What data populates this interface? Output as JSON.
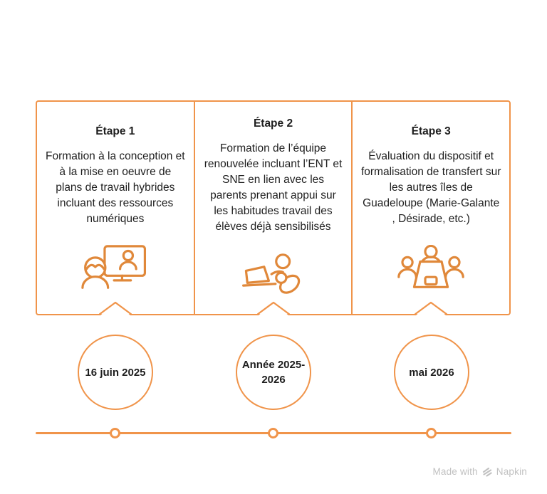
{
  "diagram": {
    "type": "three-step-timeline"
  },
  "steps": [
    {
      "title": "Étape 1",
      "description": "Formation à la conception et à la mise en oeuvre de plans de travail hybrides incluant des ressources numériques",
      "icon": "training-screen-icon",
      "date": "16 juin 2025"
    },
    {
      "title": "Étape 2",
      "description": "Formation de l’équipe renouvelée incluant l’ENT et SNE en lien avec les parents prenant appui sur les habitudes travail des élèves déjà sensibilisés",
      "icon": "parent-laptop-baby-icon",
      "date": "Année 2025-2026"
    },
    {
      "title": "Étape 3",
      "description": "Évaluation du dispositif et formalisation de transfert sur les autres îles de Guadeloupe (Marie-Galante , Désirade, etc.)",
      "icon": "meeting-table-icon",
      "date": "mai 2026"
    }
  ],
  "watermark": {
    "prefix": "Made with",
    "brand": "Napkin",
    "icon": "napkin-logo-icon"
  },
  "colors": {
    "accent": "#F0944A",
    "icon": "#E0883A",
    "text": "#1E1E1E",
    "watermark": "#C1C1C1"
  }
}
